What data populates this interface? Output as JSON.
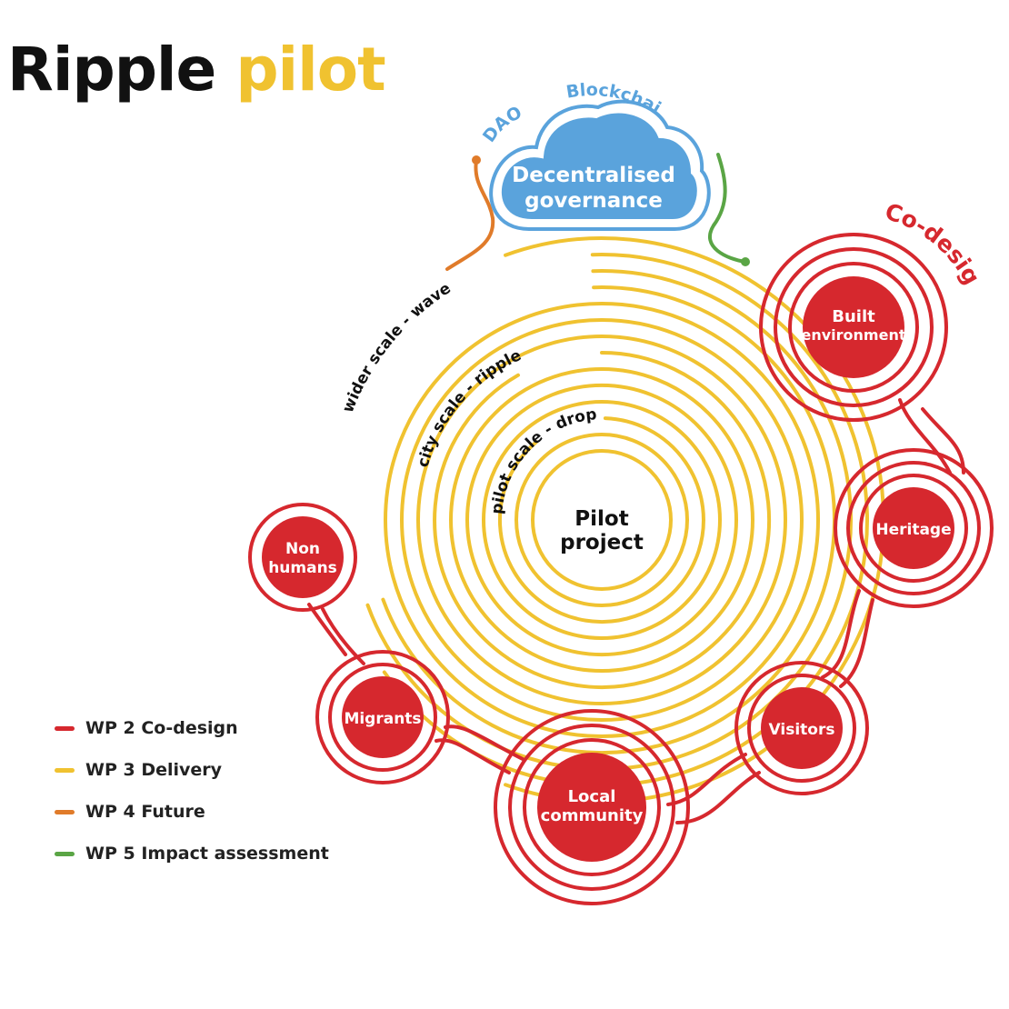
{
  "title": {
    "part1": "Ripple",
    "part2": "pilot"
  },
  "colors": {
    "red": "#d6282e",
    "yellow": "#f0c230",
    "orange": "#e07b2a",
    "green": "#5aa545",
    "blue": "#5aa3dc",
    "dark": "#111111"
  },
  "center": {
    "line1": "Pilot",
    "line2": "project"
  },
  "scale_labels": {
    "drop": "pilot scale - drop",
    "ripple": "city scale - ripple",
    "wave": "wider scale - wave"
  },
  "cloud": {
    "line1": "Decentralised",
    "line2": "governance",
    "dao": "DAO",
    "blockchain": "Blockchain"
  },
  "codesign_label": "Co-design",
  "nodes": {
    "built": {
      "line1": "Built",
      "line2": "environment"
    },
    "heritage": {
      "line1": "Heritage",
      "line2": ""
    },
    "visitors": {
      "line1": "Visitors",
      "line2": ""
    },
    "local": {
      "line1": "Local",
      "line2": "community"
    },
    "migrants": {
      "line1": "Migrants",
      "line2": ""
    },
    "nonhumans": {
      "line1": "Non",
      "line2": "humans"
    }
  },
  "legend": [
    {
      "label": "WP 2 Co-design",
      "color": "#d6282e"
    },
    {
      "label": "WP 3 Delivery",
      "color": "#f0c230"
    },
    {
      "label": "WP 4 Future",
      "color": "#e07b2a"
    },
    {
      "label": "WP 5 Impact assessment",
      "color": "#5aa545"
    }
  ]
}
